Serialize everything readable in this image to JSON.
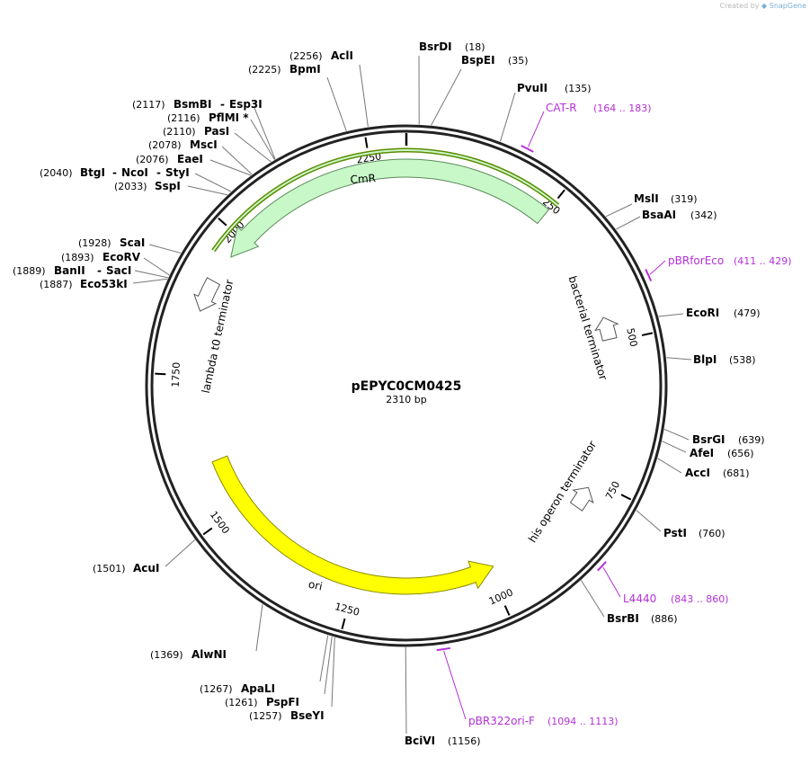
{
  "credit": {
    "prefix": "Created by",
    "brand": "SnapGene"
  },
  "plasmid": {
    "name": "pEPYC0CM0425",
    "size_label": "2310 bp",
    "length": 2310
  },
  "ticks": [
    "250",
    "500",
    "750",
    "1000",
    "1250",
    "1500",
    "1750",
    "2000",
    "2250"
  ],
  "enzymes": [
    {
      "name": "BsrDI",
      "pos": "(18)"
    },
    {
      "name": "BspEI",
      "pos": "(35)"
    },
    {
      "name": "PvuII",
      "pos": "(135)"
    },
    {
      "name": "MslI",
      "pos": "(319)"
    },
    {
      "name": "BsaAI",
      "pos": "(342)"
    },
    {
      "name": "EcoRI",
      "pos": "(479)"
    },
    {
      "name": "BlpI",
      "pos": "(538)"
    },
    {
      "name": "BsrGI",
      "pos": "(639)"
    },
    {
      "name": "AfeI",
      "pos": "(656)"
    },
    {
      "name": "AccI",
      "pos": "(681)"
    },
    {
      "name": "PstI",
      "pos": "(760)"
    },
    {
      "name": "BsrBI",
      "pos": "(886)"
    },
    {
      "name": "BciVI",
      "pos": "(1156)"
    },
    {
      "name": "BseYI",
      "pos": "(1257)"
    },
    {
      "name": "PspFI",
      "pos": "(1261)"
    },
    {
      "name": "ApaLI",
      "pos": "(1267)"
    },
    {
      "name": "AlwNI",
      "pos": "(1369)"
    },
    {
      "name": "AcuI",
      "pos": "(1501)"
    },
    {
      "name": "Eco53kI",
      "pos": "(1887)"
    },
    {
      "name": "BanII",
      "pos": "(1889)",
      "alt": "SacI"
    },
    {
      "name": "EcoRV",
      "pos": "(1893)"
    },
    {
      "name": "ScaI",
      "pos": "(1928)"
    },
    {
      "name": "SspI",
      "pos": "(2033)"
    },
    {
      "name": "BtgI",
      "pos": "(2040)",
      "alt": "NcoI",
      "alt2": "StyI"
    },
    {
      "name": "EaeI",
      "pos": "(2076)"
    },
    {
      "name": "MscI",
      "pos": "(2078)"
    },
    {
      "name": "PasI",
      "pos": "(2110)"
    },
    {
      "name": "PflMI *",
      "pos": "(2116)"
    },
    {
      "name": "BsmBI",
      "pos": "(2117)",
      "alt": "Esp3I"
    },
    {
      "name": "BpmI",
      "pos": "(2225)"
    },
    {
      "name": "AclI",
      "pos": "(2256)"
    }
  ],
  "primers": [
    {
      "name": "CAT-R",
      "range": "(164 .. 183)"
    },
    {
      "name": "pBRforEco",
      "range": "(411 .. 429)"
    },
    {
      "name": "L4440",
      "range": "(843 .. 860)"
    },
    {
      "name": "pBR322ori-F",
      "range": "(1094 .. 1113)"
    }
  ],
  "features": [
    {
      "name": "CmR",
      "color": "#c8f8c8"
    },
    {
      "name": "lambda t0 terminator",
      "color": "#ffffff"
    },
    {
      "name": "bacterial terminator",
      "color": "#ffffff"
    },
    {
      "name": "his operon terminator",
      "color": "#ffffff"
    },
    {
      "name": "ori",
      "color": "#ffff00"
    }
  ],
  "colors": {
    "primer": "#b530d8",
    "cmr_fill": "#c8f8c8",
    "ori_fill": "#ffff00",
    "selection": "#5d8a00"
  }
}
